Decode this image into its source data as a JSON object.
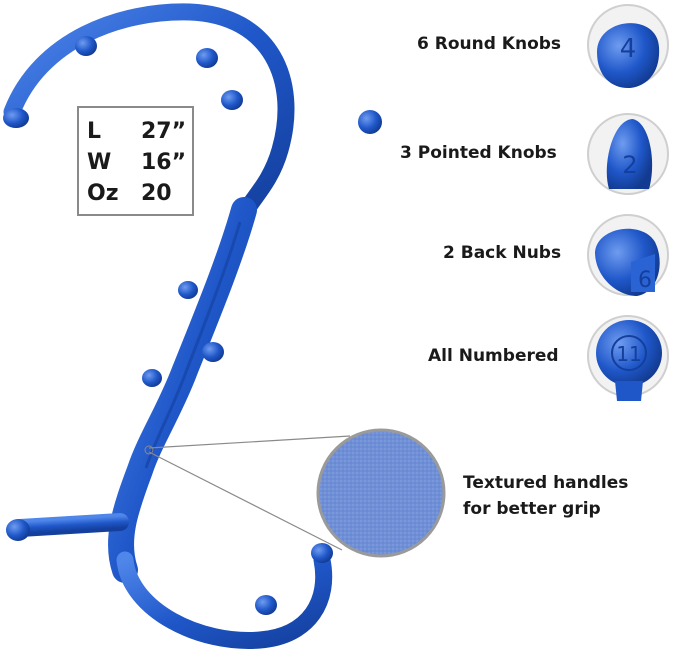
{
  "specs": [
    {
      "key": "L",
      "value": "27”"
    },
    {
      "key": "W",
      "value": "16”"
    },
    {
      "key": "Oz",
      "value": "20"
    }
  ],
  "features": [
    {
      "label": "6 Round Knobs",
      "knob_number": "4"
    },
    {
      "label": "3 Pointed Knobs",
      "knob_number": "2"
    },
    {
      "label": "2 Back Nubs",
      "knob_number": "6"
    },
    {
      "label": "All Numbered",
      "knob_number": "11"
    }
  ],
  "texture_callout": {
    "line1": "Textured handles",
    "line2": "for better grip"
  },
  "colors": {
    "product_blue": "#1f57c9",
    "product_blue_dark": "#143f9c",
    "product_blue_light": "#4f86ea",
    "label_text": "#1a1a1a",
    "callout_line": "#8a8a8a"
  }
}
